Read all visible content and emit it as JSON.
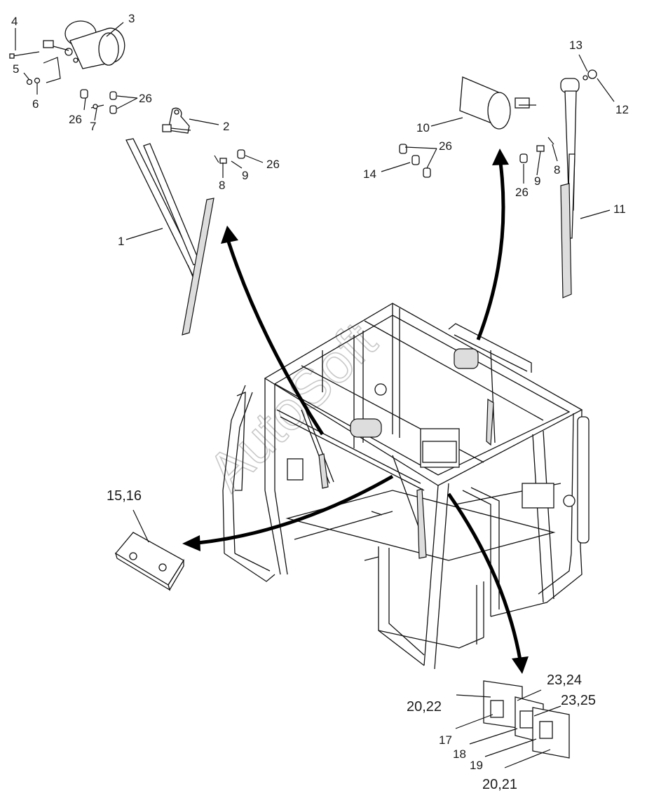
{
  "watermark": "AutoSoft",
  "callouts": {
    "c1": "1",
    "c2": "2",
    "c3": "3",
    "c4": "4",
    "c5": "5",
    "c6": "6",
    "c7": "7",
    "c8a": "8",
    "c8b": "8",
    "c9a": "9",
    "c9b": "9",
    "c10": "10",
    "c11": "11",
    "c12": "12",
    "c13": "13",
    "c14": "14",
    "c15_16": "15,16",
    "c17": "17",
    "c18": "18",
    "c19": "19",
    "c20_21": "20,21",
    "c20_22": "20,22",
    "c23_24": "23,24",
    "c23_25": "23,25",
    "c26a": "26",
    "c26b": "26",
    "c26c": "26",
    "c26d": "26",
    "c26e": "26"
  }
}
